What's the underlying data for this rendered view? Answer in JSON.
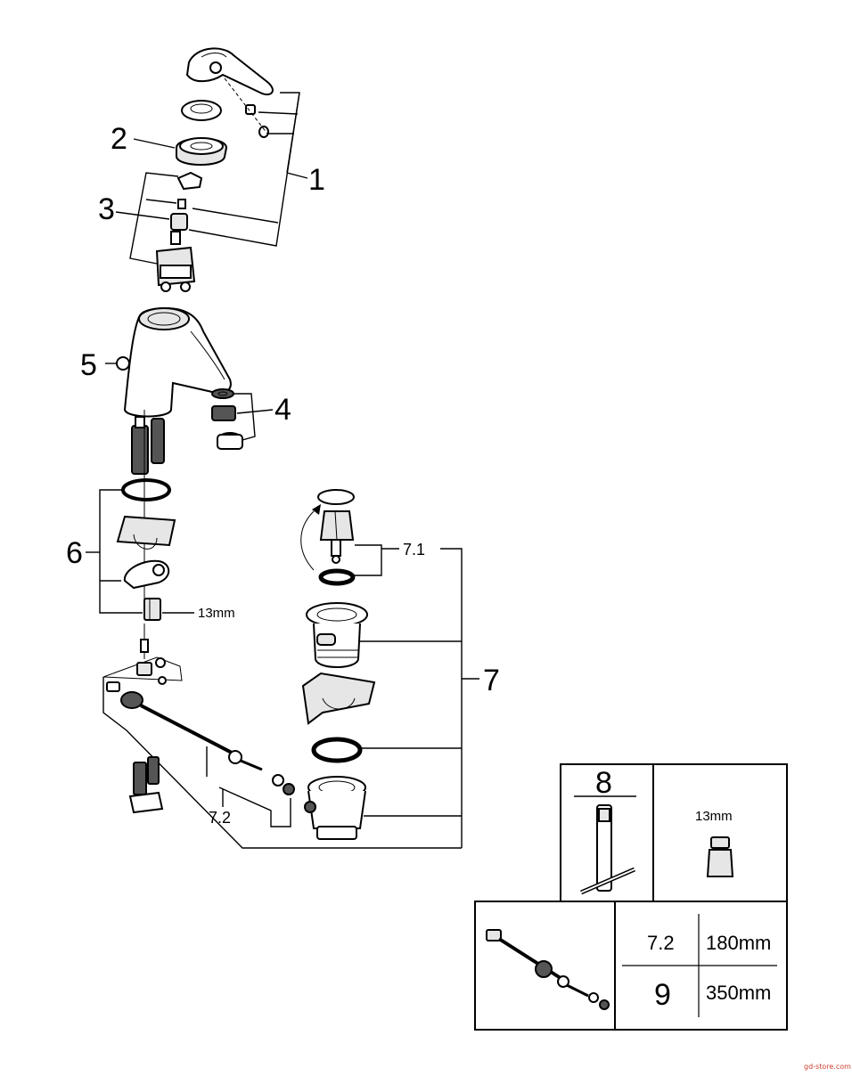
{
  "callouts": {
    "c1": "1",
    "c2": "2",
    "c3": "3",
    "c4": "4",
    "c5": "5",
    "c6": "6",
    "c7": "7",
    "c7_1": "7.1",
    "c7_2": "7.2",
    "wrench_size": "13mm"
  },
  "inset_tools": {
    "key_number": "8",
    "adapter_size": "13mm"
  },
  "inset_rods": {
    "row1_code": "7.2",
    "row1_length": "180mm",
    "row2_code": "9",
    "row2_length": "350mm"
  },
  "watermark": "gd-store.com"
}
